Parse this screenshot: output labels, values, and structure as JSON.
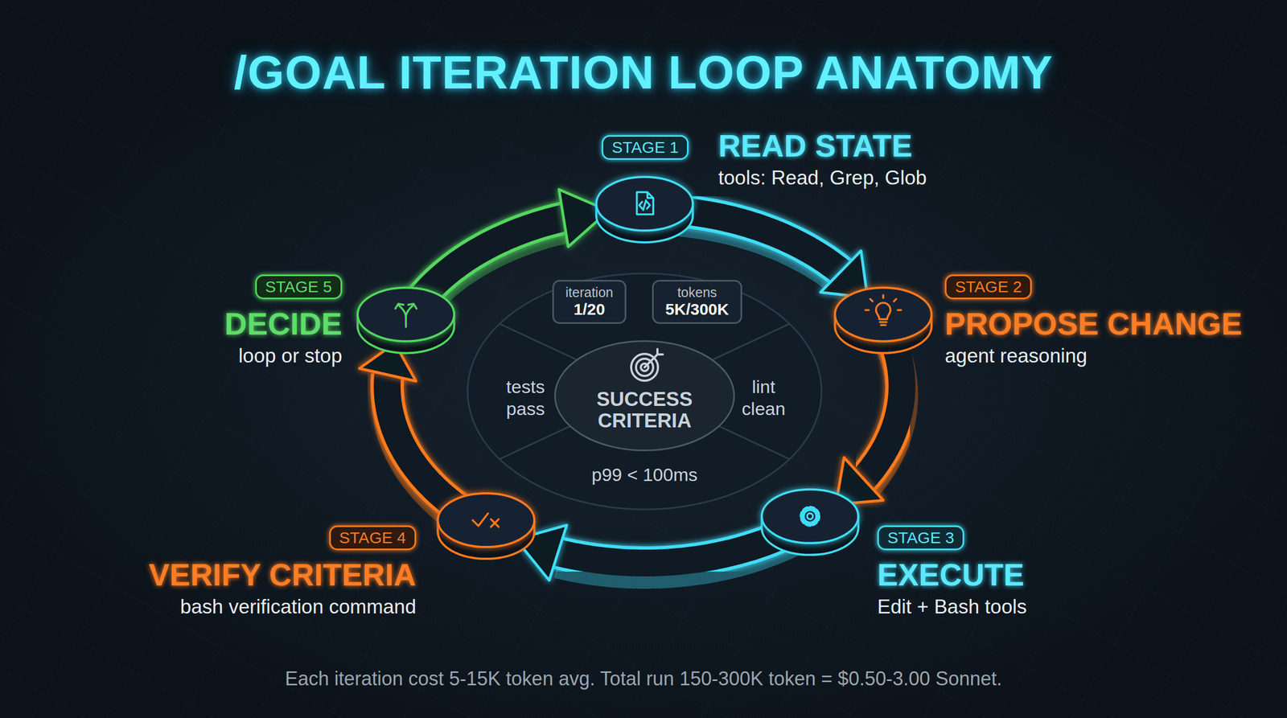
{
  "diagram": {
    "title": "/GOAL ITERATION LOOP ANATOMY",
    "caption": "Each iteration cost 5-15K token avg. Total run 150-300K token = $0.50-3.00 Sonnet.",
    "nodes": [
      {
        "text": [
          "STAGE 1",
          "READ STATE",
          "tools: Read, Grep, Glob"
        ]
      },
      {
        "text": [
          "STAGE 2",
          "PROPOSE CHANGE",
          "agent reasoning"
        ]
      },
      {
        "text": [
          "STAGE 3",
          "EXECUTE",
          "Edit + Bash tools"
        ]
      },
      {
        "text": [
          "STAGE 4",
          "VERIFY CRITERIA",
          "bash verification command"
        ]
      },
      {
        "text": [
          "STAGE 5",
          "DECIDE",
          "loop or stop"
        ]
      },
      {
        "text": [
          "SUCCESS CRITERIA"
        ]
      },
      {
        "text": [
          "iteration",
          "1/20"
        ]
      },
      {
        "text": [
          "tokens",
          "5K/300K"
        ]
      }
    ],
    "edges": [
      {
        "from": 0,
        "to": 1,
        "arrow": "to"
      },
      {
        "from": 1,
        "to": 2,
        "arrow": "to"
      },
      {
        "from": 2,
        "to": 3,
        "arrow": "to"
      },
      {
        "from": 3,
        "to": 4,
        "arrow": "to"
      },
      {
        "from": 4,
        "to": 0,
        "arrow": "to"
      }
    ],
    "labels": [
      "tests pass",
      "lint clean",
      "p99 < 100ms"
    ]
  }
}
